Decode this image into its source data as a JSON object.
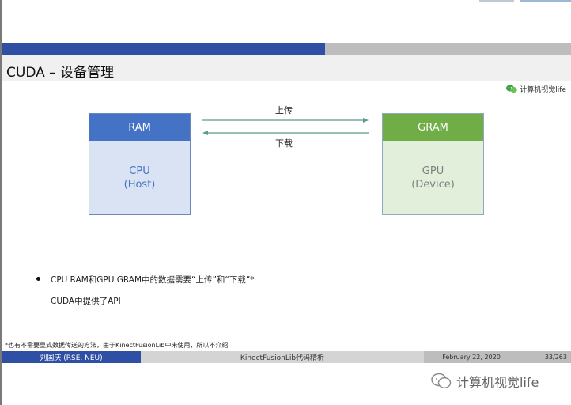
{
  "slide": {
    "title": "CUDA – 设备管理",
    "watermark_top": "计算机视觉life"
  },
  "diagram": {
    "ram_box": {
      "header": "RAM",
      "line1": "CPU",
      "line2": "(Host)"
    },
    "gram_box": {
      "header": "GRAM",
      "line1": "GPU",
      "line2": "(Device)"
    },
    "upload_label": "上传",
    "download_label": "下载"
  },
  "content": {
    "bullet": "CPU RAM和GPU GRAM中的数据需要“上传”和“下载”*",
    "line2": "CUDA中提供了API"
  },
  "footnote": "*也有不需要显式数据传送的方法，由于KinectFusionLib中未使用，所以不介绍",
  "footer": {
    "author": "刘国庆 (RSE, NEU)",
    "title": "KinectFusionLib代码精析",
    "date": "February 22, 2020",
    "page": "33/263"
  },
  "watermark_bottom": "计算机视觉life",
  "colors": {
    "accent_blue": "#2e4fa3",
    "ram_header": "#4472c4",
    "ram_body": "#dae3f3",
    "gram_header": "#70ad47",
    "gram_body": "#e2efda",
    "arrow": "#5b9b8f"
  }
}
